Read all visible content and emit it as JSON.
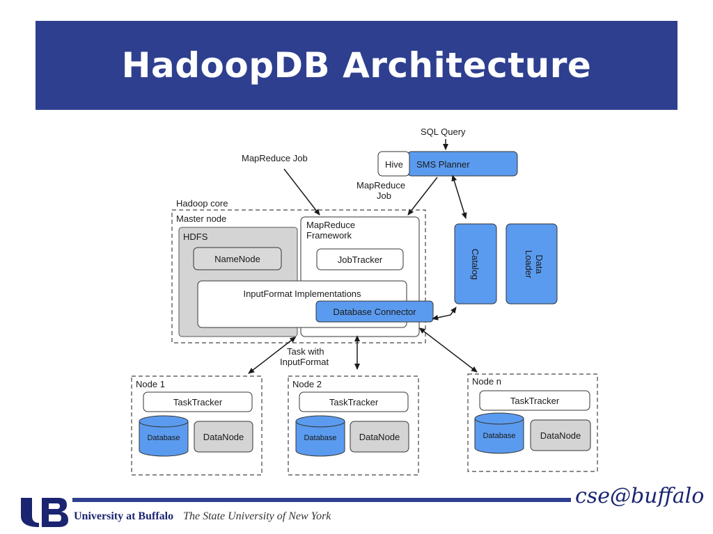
{
  "slide": {
    "title": "HadoopDB Architecture"
  },
  "diagram": {
    "sql_query": "SQL Query",
    "hive": "Hive",
    "sms_planner": "SMS Planner",
    "mapreduce_job_top": "MapReduce Job",
    "mapreduce_job_planner_line1": "MapReduce",
    "mapreduce_job_planner_line2": "Job",
    "hadoop_core": "Hadoop core",
    "master_node": "Master node",
    "hdfs": "HDFS",
    "namenode": "NameNode",
    "mapreduce_framework_line1": "MapReduce",
    "mapreduce_framework_line2": "Framework",
    "jobtracker": "JobTracker",
    "inputformat": "InputFormat Implementations",
    "database_connector": "Database Connector",
    "catalog": "Catalog",
    "data_loader_line1": "Data",
    "data_loader_line2": "Loader",
    "task_line1": "Task with",
    "task_line2": "InputFormat",
    "nodes": [
      {
        "label": "Node 1",
        "tasktracker": "TaskTracker",
        "database": "Database",
        "datanode": "DataNode"
      },
      {
        "label": "Node 2",
        "tasktracker": "TaskTracker",
        "database": "Database",
        "datanode": "DataNode"
      },
      {
        "label": "Node n",
        "tasktracker": "TaskTracker",
        "database": "Database",
        "datanode": "DataNode"
      }
    ]
  },
  "footer": {
    "university": "University at Buffalo",
    "suny": "The State University of New York",
    "logo_text": "cse@buffalo"
  },
  "colors": {
    "title_bar": "#2e3f8f",
    "blue_box": "#5b9bef",
    "gray_box": "#d4d4d4",
    "footer_blue": "#2e3f8f"
  }
}
